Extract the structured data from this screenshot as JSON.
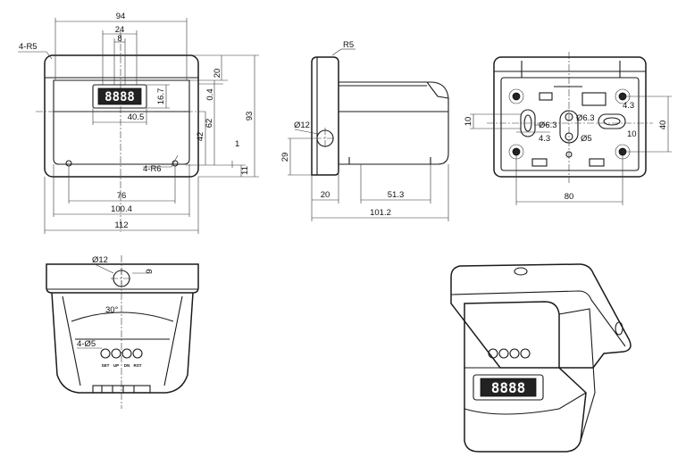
{
  "front_view": {
    "corner_radius": "4-R5",
    "width_total": "94",
    "width_display_pitch": "24",
    "width_center": "8",
    "height_top": "20",
    "height_offset": "0.4",
    "height_display": "16.7",
    "height_total": "93",
    "height_mid": "62",
    "height_lower": "42",
    "height_small": "1",
    "height_base": "11",
    "display_width": "40.5",
    "foot_radius": "4-R6",
    "span_inner": "76",
    "span_outer": "100.4",
    "span_overall": "112"
  },
  "side_view": {
    "corner_radius": "R5",
    "hole_diameter": "Ø12",
    "hole_height": "29",
    "plate_width": "20",
    "body_length": "51.3",
    "total_length": "101.2"
  },
  "back_view": {
    "slot_width": "10",
    "slot_hole": "Ø6.3",
    "center_hole": "Ø6.3",
    "right_offset": "4.3",
    "left_offset": "4.3",
    "bottom_hole": "Ø5",
    "right_height": "10",
    "total_height": "40",
    "hole_pitch": "80"
  },
  "bottom_view": {
    "hole_diameter": "Ø12",
    "hole_offset": "9",
    "angle": "30°",
    "button_holes": "4-Ø5",
    "button_labels": [
      "SET",
      "UP",
      "DN",
      "RST"
    ]
  },
  "iso_view": {
    "display_digits": "8888"
  }
}
